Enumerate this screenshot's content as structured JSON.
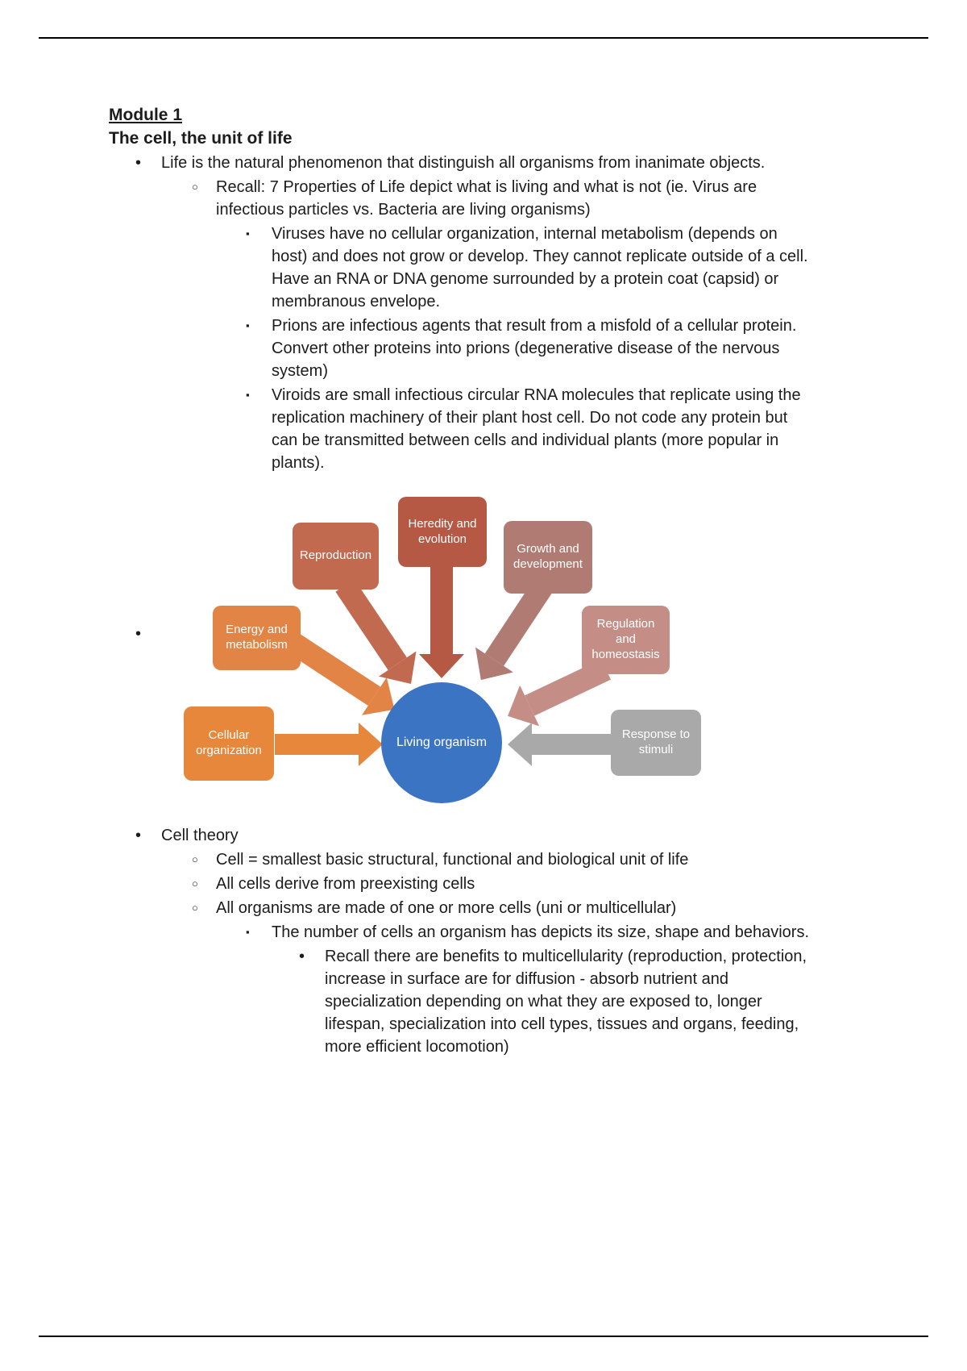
{
  "document": {
    "title": "Module 1",
    "subtitle": "The cell, the unit of life"
  },
  "markers": {
    "l1": "•",
    "l2": "○",
    "l3": "▪",
    "l4": "•"
  },
  "section1": {
    "life_intro": "Life is the natural phenomenon that distinguish all organisms from inanimate objects.",
    "recall": "Recall: 7 Properties of Life depict what is living and what is not (ie. Virus are infectious particles vs. Bacteria are living organisms)",
    "viruses": "Viruses have no cellular organization, internal metabolism (depends on host) and does not grow or develop. They cannot replicate outside of a cell. Have an RNA or DNA genome surrounded by a protein coat (capsid) or membranous envelope.",
    "prions": "Prions are infectious agents that result from a misfold of a cellular protein. Convert other proteins into prions (degenerative disease of the nervous system)",
    "viroids": "Viroids are small infectious circular RNA molecules that replicate using the replication machinery of their plant host cell. Do not code any protein but can be transmitted between cells and individual plants (more popular in plants)."
  },
  "diagram": {
    "bullet": "•",
    "center": {
      "label": "Living organism",
      "color": "#3c74c4"
    },
    "nodes": {
      "reproduction": {
        "label": "Reproduction",
        "color": "#c16a50"
      },
      "heredity": {
        "label": "Heredity and\nevolution",
        "color": "#b55844"
      },
      "growth": {
        "label": "Growth and\ndevelopment",
        "color": "#b07b72"
      },
      "energy": {
        "label": "Energy and\nmetabolism",
        "color": "#e18445"
      },
      "regulation": {
        "label": "Regulation\nand\nhomeostasis",
        "color": "#c48e86"
      },
      "cellular": {
        "label": "Cellular\norganization",
        "color": "#e6873c"
      },
      "response": {
        "label": "Response to\nstimuli",
        "color": "#a9a9a9"
      }
    }
  },
  "section2": {
    "cell_theory": "Cell theory",
    "ct_def": "Cell = smallest basic structural, functional and biological unit of life",
    "ct_derive": "All cells derive from preexisting cells",
    "ct_organisms": "All organisms are made of one or more cells (uni or multicellular)",
    "ct_number": "The number of cells an organism has depicts its size, shape and behaviors.",
    "ct_benefits": "Recall there are benefits to multicellularity (reproduction, protection, increase in surface are for diffusion - absorb nutrient and specialization depending on what they are exposed to, longer lifespan, specialization into cell types, tissues and organs, feeding, more efficient locomotion)"
  }
}
